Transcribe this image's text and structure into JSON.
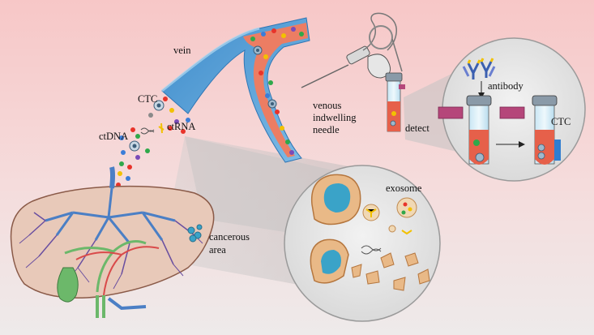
{
  "labels": {
    "vein": "vein",
    "ctc_blood": "CTC",
    "ctdna": "ctDNA",
    "ctrna": "ctRNA",
    "needle_line1": "venous",
    "needle_line2": "indwelling",
    "needle_line3": "needle",
    "detect": "detect",
    "antibody": "antibody",
    "ctc_tube": "CTC",
    "exosome": "exosome",
    "cancer_line1": "cancerous",
    "cancer_line2": "area"
  },
  "colors": {
    "bg_top": "#f7c9c9",
    "bg_bottom": "#f1eeee",
    "vein_blue": "#5aa3d8",
    "blood": "#ec7a63",
    "liver": "#e8c9b9",
    "liver_vessel_blue": "#4b7fc5",
    "liver_vessel_purple": "#6a4fa0",
    "portal_green": "#6cb86a",
    "artery_red": "#d94a4a",
    "zoom_circle": "#e6e6e6",
    "zoom_cone": "#bdbdbd",
    "exosome_cell": "#e9b987",
    "nucleus_blue": "#3aa3c8",
    "tube_cap": "#8a9aa8",
    "tube_liquid": "#e6604a",
    "dot_red": "#e8332a",
    "dot_blue": "#3b7dd8",
    "dot_yellow": "#f2c100",
    "dot_green": "#2fa84a",
    "dot_purple": "#7a4bb8"
  },
  "icons": [
    "syringe-icon",
    "iv-needle-icon",
    "antibody-icon",
    "ctc-cell-icon",
    "dna-icon",
    "liver-icon",
    "test-tube-icon",
    "magnifier-circle-icon"
  ]
}
